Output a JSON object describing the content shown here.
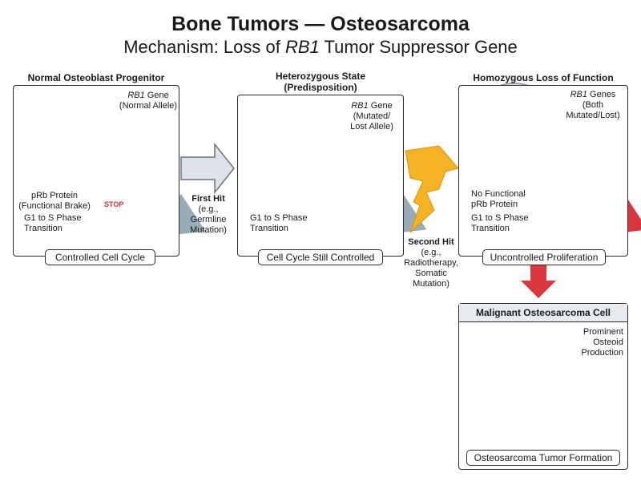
{
  "title": "Bone Tumors — Osteosarcoma",
  "subtitle": {
    "prefix": "Mechanism: Loss of ",
    "gene": "RB1",
    "suffix": " Tumor Suppressor Gene"
  },
  "panels": [
    {
      "heading": "Normal Osteoblast Progenitor",
      "gene_name": "RB1",
      "gene_label_rest": " Gene",
      "gene_label_line2": "(Normal Allele)",
      "protein_label": "pRb Protein",
      "protein_label_line2": "(Functional Brake)",
      "stop_label": "STOP",
      "phase_label": "G1 to S Phase",
      "phase_label_line2": "Transition",
      "footer": "Controlled Cell Cycle"
    },
    {
      "heading": "Heterozygous State",
      "heading_line2": "(Predisposition)",
      "gene_name": "RB1",
      "gene_label_rest": " Gene",
      "gene_label_line2": "(Mutated/",
      "gene_label_line3": "Lost Allele)",
      "phase_label": "G1 to S Phase",
      "phase_label_line2": "Transition",
      "footer": "Cell Cycle Still Controlled"
    },
    {
      "heading": "Homozygous Loss of Function",
      "gene_name": "RB1",
      "gene_label_rest": " Genes",
      "gene_label_line2": "(Both",
      "gene_label_line3": "Mutated/Lost)",
      "protein_label": "No Functional",
      "protein_label_line2": "pRb Protein",
      "phase_label": "G1 to S Phase",
      "phase_label_line2": "Transition",
      "footer": "Uncontrolled Proliferation"
    }
  ],
  "hits": [
    {
      "title": "First Hit",
      "line1": "(e.g.,",
      "line2": "Germline",
      "line3": "Mutation)"
    },
    {
      "title": "Second Hit",
      "line1": "(e.g.,",
      "line2": "Radiotherapy,",
      "line3": "Somatic",
      "line4": "Mutation)"
    }
  ],
  "malignant": {
    "heading": "Malignant Osteosarcoma Cell",
    "osteoid_label": "Prominent",
    "osteoid_label_line2": "Osteoid",
    "osteoid_label_line3": "Production",
    "footer": "Osteosarcoma Tumor Formation"
  },
  "colors": {
    "allele_normal": "#2f7fc1",
    "allele_mutated": "#d9363e",
    "protein": "#2f7fc1",
    "stop": "#c8323a",
    "lightning": "#f5b323",
    "arrow_red": "#d9363e",
    "osteoid": "#f7c34a",
    "tumor": "#d9363e"
  }
}
